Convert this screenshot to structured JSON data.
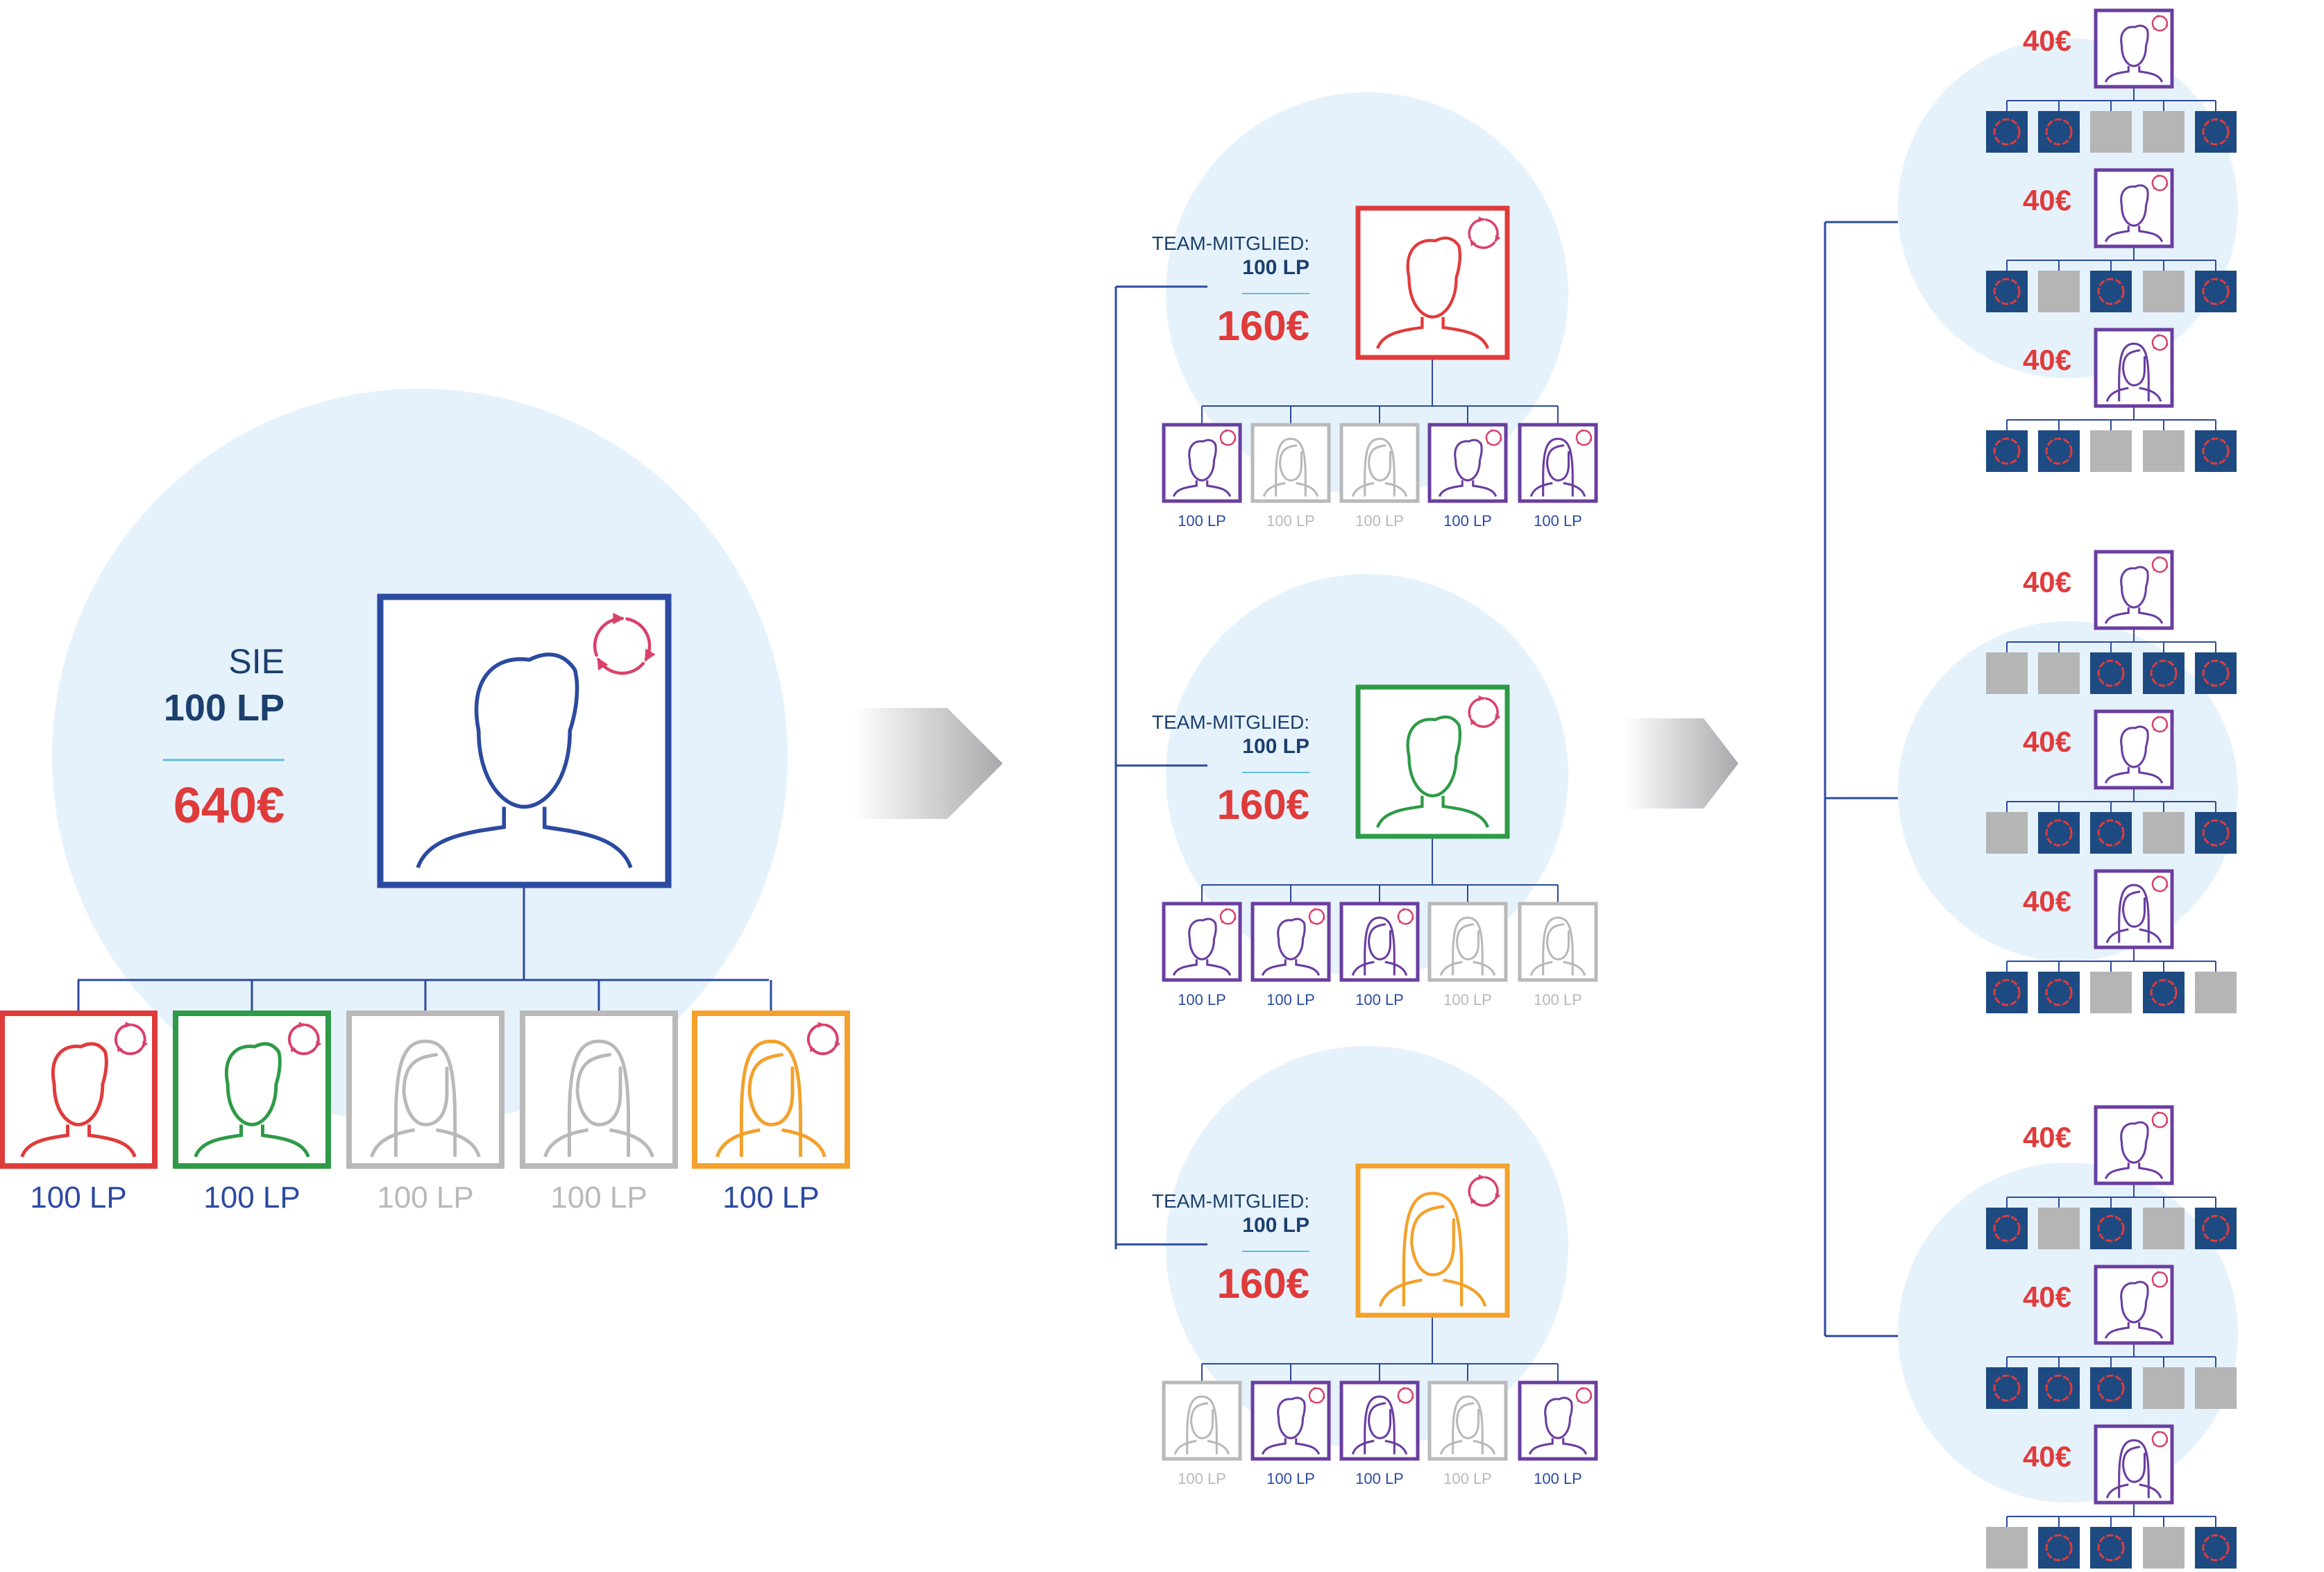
{
  "colors": {
    "navy": "#2b4aa0",
    "dark_navy": "#1b3f6e",
    "red": "#e03b3b",
    "green": "#2e9a47",
    "orange": "#f3a12c",
    "purple": "#6a3ea0",
    "gray": "#b9b9b9",
    "pink_sync": "#d9416a",
    "circle_bg": "#e6f2fb",
    "tile_blue": "#1e4a82",
    "tile_gray": "#b5b5b5"
  },
  "you": {
    "label": "SIE",
    "lp": "100 LP",
    "amount": "640€",
    "members": [
      {
        "lp": "100 LP",
        "color": "red",
        "avatar": "male",
        "active": true
      },
      {
        "lp": "100 LP",
        "color": "green",
        "avatar": "male",
        "active": true
      },
      {
        "lp": "100 LP",
        "color": "gray",
        "avatar": "female",
        "active": false
      },
      {
        "lp": "100 LP",
        "color": "gray",
        "avatar": "female",
        "active": false
      },
      {
        "lp": "100 LP",
        "color": "orange",
        "avatar": "female",
        "active": true
      }
    ]
  },
  "teams": [
    {
      "label": "TEAM-MITGLIED:",
      "lp": "100 LP",
      "amount": "160€",
      "color": "red",
      "avatar": "male",
      "members": [
        {
          "lp": "100 LP",
          "avatar": "male",
          "active": true
        },
        {
          "lp": "100 LP",
          "avatar": "female",
          "active": false
        },
        {
          "lp": "100 LP",
          "avatar": "female",
          "active": false
        },
        {
          "lp": "100 LP",
          "avatar": "male",
          "active": true
        },
        {
          "lp": "100 LP",
          "avatar": "female",
          "active": true
        }
      ]
    },
    {
      "label": "TEAM-MITGLIED:",
      "lp": "100 LP",
      "amount": "160€",
      "color": "green",
      "avatar": "male",
      "members": [
        {
          "lp": "100 LP",
          "avatar": "male",
          "active": true
        },
        {
          "lp": "100 LP",
          "avatar": "male",
          "active": true
        },
        {
          "lp": "100 LP",
          "avatar": "female",
          "active": true
        },
        {
          "lp": "100 LP",
          "avatar": "female",
          "active": false
        },
        {
          "lp": "100 LP",
          "avatar": "female",
          "active": false
        }
      ]
    },
    {
      "label": "TEAM-MITGLIED:",
      "lp": "100 LP",
      "amount": "160€",
      "color": "orange",
      "avatar": "female",
      "members": [
        {
          "lp": "100 LP",
          "avatar": "female",
          "active": false
        },
        {
          "lp": "100 LP",
          "avatar": "male",
          "active": true
        },
        {
          "lp": "100 LP",
          "avatar": "female",
          "active": true
        },
        {
          "lp": "100 LP",
          "avatar": "female",
          "active": false
        },
        {
          "lp": "100 LP",
          "avatar": "male",
          "active": true
        }
      ]
    }
  ],
  "sub_groups": [
    {
      "items": [
        {
          "amount": "40€",
          "avatar": "male",
          "tiles": [
            true,
            true,
            false,
            false,
            true
          ]
        },
        {
          "amount": "40€",
          "avatar": "male",
          "tiles": [
            true,
            false,
            true,
            false,
            true
          ]
        },
        {
          "amount": "40€",
          "avatar": "female",
          "tiles": [
            true,
            true,
            false,
            false,
            true
          ]
        }
      ]
    },
    {
      "items": [
        {
          "amount": "40€",
          "avatar": "male",
          "tiles": [
            false,
            false,
            true,
            true,
            true
          ]
        },
        {
          "amount": "40€",
          "avatar": "male",
          "tiles": [
            false,
            true,
            true,
            false,
            true
          ]
        },
        {
          "amount": "40€",
          "avatar": "female",
          "tiles": [
            true,
            true,
            false,
            true,
            false
          ]
        }
      ]
    },
    {
      "items": [
        {
          "amount": "40€",
          "avatar": "male",
          "tiles": [
            true,
            false,
            true,
            false,
            true
          ]
        },
        {
          "amount": "40€",
          "avatar": "male",
          "tiles": [
            true,
            true,
            true,
            false,
            false
          ]
        },
        {
          "amount": "40€",
          "avatar": "female",
          "tiles": [
            false,
            true,
            true,
            false,
            true
          ]
        }
      ]
    }
  ]
}
